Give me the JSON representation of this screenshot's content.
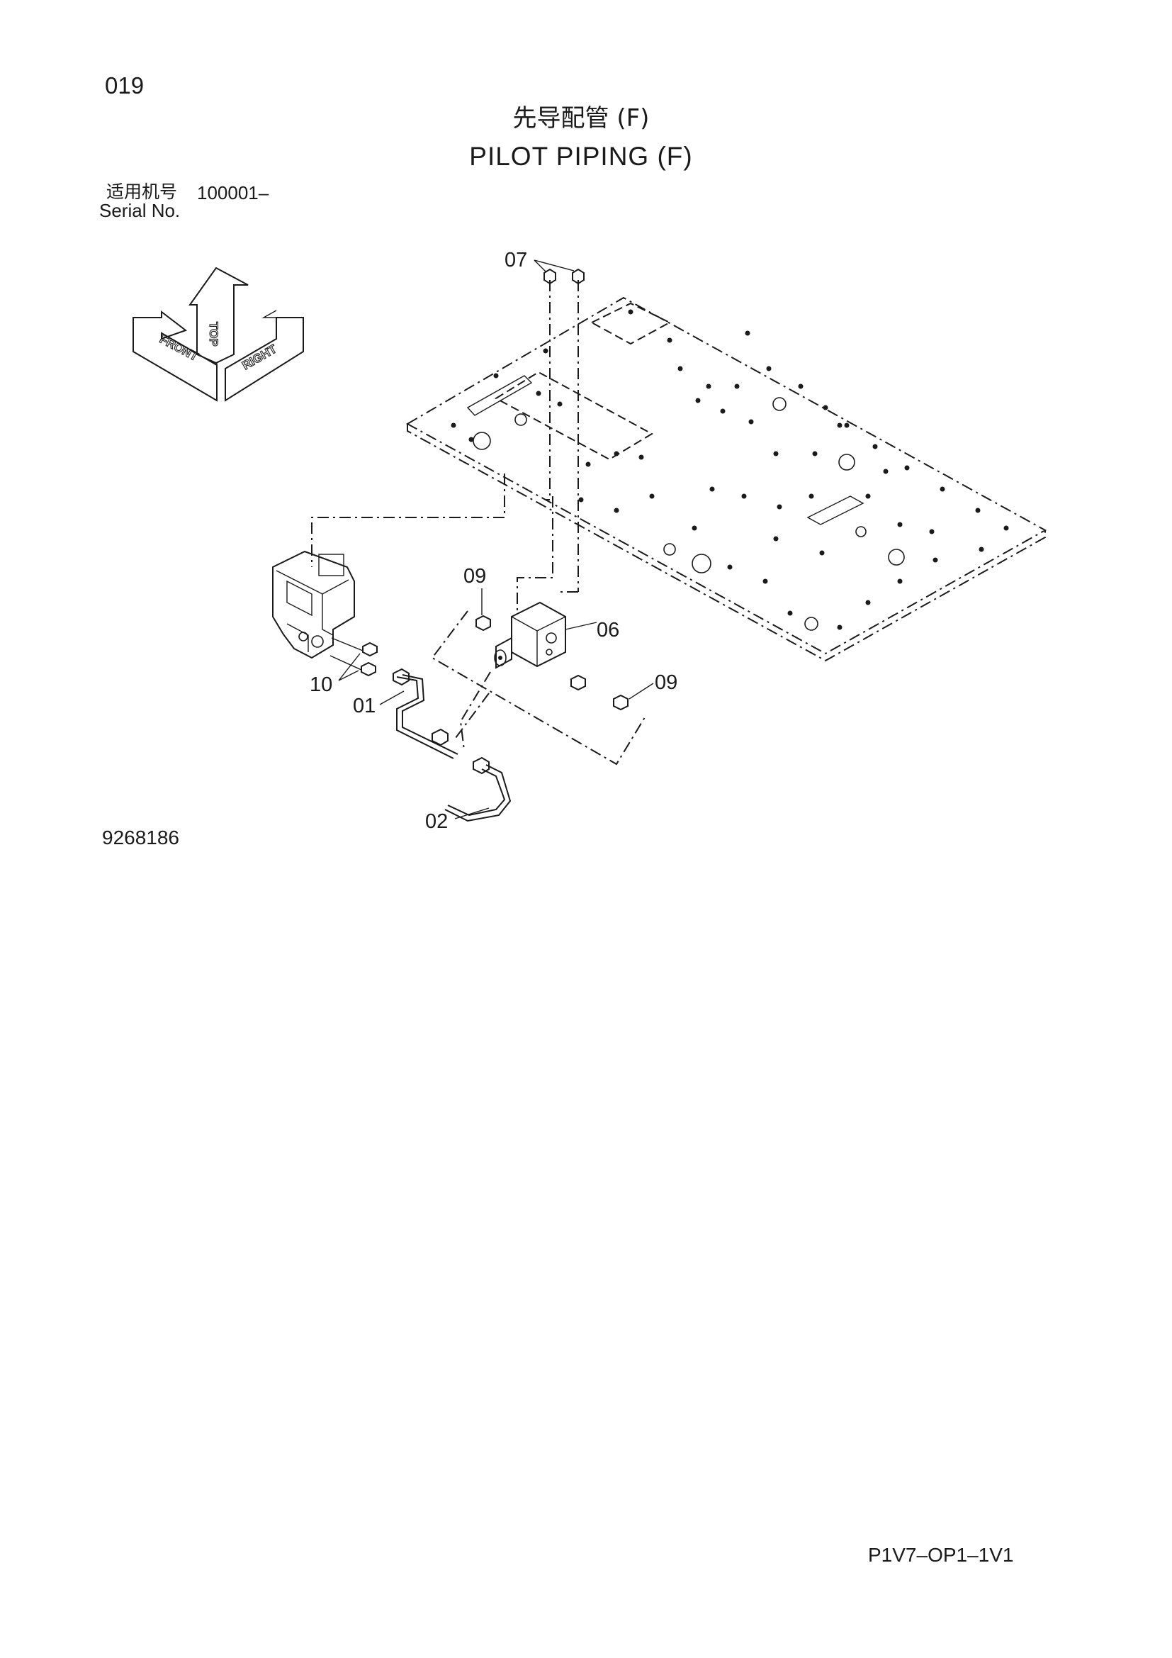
{
  "page": {
    "page_number": "019",
    "title_cn": "先导配管 (F)",
    "title_en": "PILOT  PIPING (F)",
    "serial_label_cn": "适用机号",
    "serial_value": "100001–",
    "serial_label_en": "Serial No.",
    "drawing_number": "9268186",
    "sheet_code": "P1V7–OP1–1V1"
  },
  "orientation_indicator": {
    "front": "FRONT",
    "top": "TOP",
    "right": "RIGHT"
  },
  "callouts": {
    "c01": "01",
    "c02": "02",
    "c06": "06",
    "c07": "07",
    "c09a": "09",
    "c09b": "09",
    "c10": "10"
  }
}
